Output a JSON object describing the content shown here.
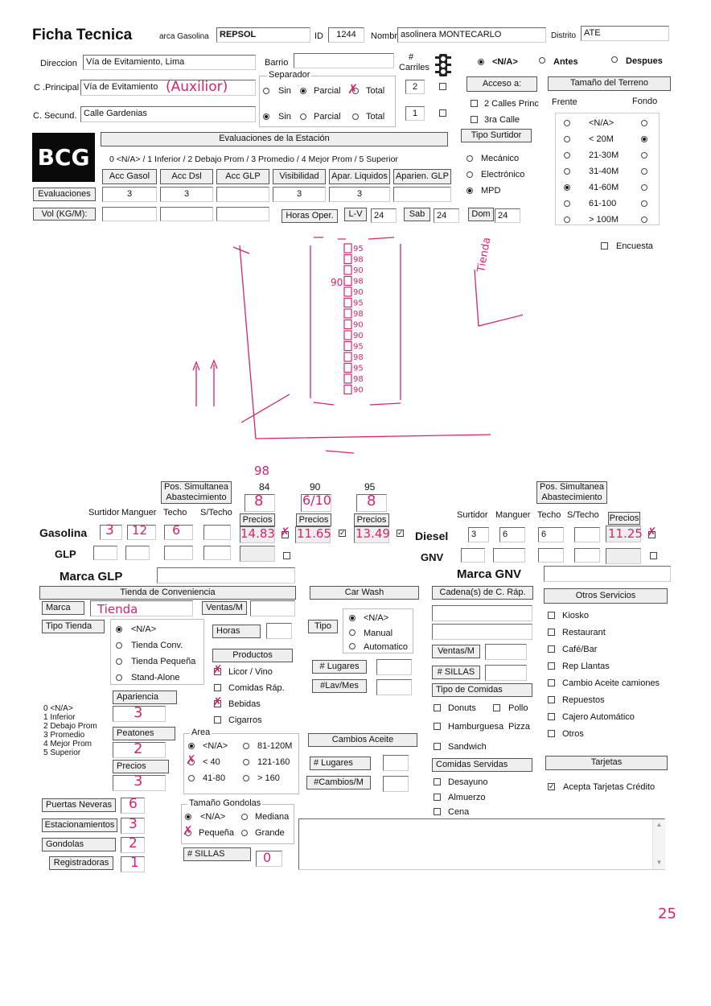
{
  "header": {
    "title": "Ficha Tecnica",
    "marca_label": "arca Gasolina",
    "marca_value": "REPSOL",
    "id_label": "ID",
    "id_value": "1244",
    "nombre_label": "Nombre",
    "nombre_value": "asolinera MONTECARLO",
    "distrito_label": "Distrito",
    "distrito_value": "ATE"
  },
  "address": {
    "direccion_label": "Direccion",
    "direccion_value": "Vía de Evitamiento, Lima",
    "barrio_label": "Barrio",
    "cprincipal_label": "C .Principal",
    "cprincipal_value": "Vía de Evitamiento",
    "cprincipal_hw": "(Auxilior)",
    "csecund_label": "C. Secund.",
    "csecund_value": "Calle Gardenias"
  },
  "separador": {
    "legend": "Separador",
    "sin": "Sin",
    "parcial": "Parcial",
    "total": "Total"
  },
  "carriles": {
    "label_hash": "#",
    "label": "Carriles",
    "value1": "2",
    "value2": "1"
  },
  "status": {
    "na": "<N/A>",
    "antes": "Antes",
    "despues": "Despues"
  },
  "acceso": {
    "title": "Acceso a:",
    "calles2": "2 Calles Princ",
    "calle3": "3ra Calle"
  },
  "tipo_surtidor": {
    "title": "Tipo Surtidor",
    "mecanico": "Mecánico",
    "electronico": "Electrónico",
    "mpd": "MPD"
  },
  "terreno": {
    "title": "Tamaño del Terreno",
    "frente": "Frente",
    "fondo": "Fondo",
    "options": [
      "<N/A>",
      "< 20M",
      "21-30M",
      "31-40M",
      "41-60M",
      "61-100",
      "> 100M"
    ]
  },
  "evaluaciones": {
    "title": "Evaluaciones de la Estación",
    "scale": "0 <N/A> / 1 Inferior / 2 Debajo Prom / 3 Promedio / 4 Mejor Prom / 5 Superior",
    "columns": [
      "Acc Gasol",
      "Acc Dsl",
      "Acc GLP",
      "Visibilidad",
      "Apar. Liquidos",
      "Aparien. GLP"
    ],
    "row_label": "Evaluaciones",
    "values": [
      "3",
      "3",
      "",
      "3",
      "3",
      ""
    ],
    "vol_label": "Vol (KG/M):",
    "horas_label": "Horas Oper.",
    "lv_label": "L-V",
    "lv_value": "24",
    "sab_label": "Sab",
    "sab_value": "24",
    "dom_label": "Dom",
    "dom_value": "24",
    "encuesta": "Encuesta"
  },
  "logo": "BCG",
  "sketch": {
    "pumps": [
      "95",
      "98",
      "90",
      "98",
      "90",
      "95",
      "98",
      "90",
      "90",
      "95",
      "98",
      "95",
      "98",
      "90"
    ],
    "side_label": "90",
    "tienda": "Tienda"
  },
  "gasolina": {
    "label": "Gasolina",
    "pos_simultanea": "Pos. Simultanea Abastecimiento",
    "surtidor_label": "Surtidor",
    "manguer_label": "Manguer",
    "techo_label": "Techo",
    "stecho_label": "S/Techo",
    "surtidor_hw": "3",
    "manguer_hw": "12",
    "techo_hw": "6",
    "pos_hw": "8",
    "octanos": [
      "84",
      "90",
      "95"
    ],
    "octano_extra": "98",
    "pos_90_hw": "6/10",
    "pos_95_hw": "8",
    "precios_label": "Precios",
    "precios": [
      "14.83",
      "11.65",
      "13.49"
    ]
  },
  "diesel": {
    "label": "Diesel",
    "surtidor": "3",
    "manguer": "6",
    "techo": "6",
    "precio_hw": "11.25"
  },
  "glp": {
    "label": "GLP"
  },
  "gnv": {
    "label": "GNV"
  },
  "marca_glp": {
    "label": "Marca GLP"
  },
  "marca_gnv": {
    "label": "Marca GNV"
  },
  "tienda": {
    "title": "Tienda de Conveniencia",
    "marca_label": "Marca",
    "marca_hw": "Tienda",
    "ventas_label": "Ventas/M",
    "tipo_label": "Tipo Tienda",
    "tipo_options": [
      "<N/A>",
      "Tienda Conv.",
      "Tienda Pequeña",
      "Stand-Alone"
    ],
    "horas_label": "Horas",
    "productos_title": "Productos",
    "productos": [
      "Licor / Vino",
      "Comidas Ráp.",
      "Bebidas",
      "Cigarros"
    ],
    "apariencia_label": "Apariencia",
    "apariencia_hw": "3",
    "peatones_label": "Peatones",
    "peatones_hw": "2",
    "precios_label": "Precios",
    "precios_hw": "3",
    "scale": [
      "0 <N/A>",
      "1 Inferior",
      "2 Debajo Prom",
      "3 Promedio",
      "4 Mejor Prom",
      "5 Superior"
    ],
    "area_legend": "Area",
    "area_options": [
      "<N/A>",
      "< 40",
      "41-80",
      "81-120M",
      "121-160",
      "> 160"
    ],
    "puertas_label": "Puertas Neveras",
    "puertas_hw": "6",
    "estac_label": "Estacionamientos",
    "estac_hw": "3",
    "gondolas_label": "Gondolas",
    "gondolas_hw": "2",
    "registradoras_label": "Registradoras",
    "registradoras_hw": "1",
    "gondolas_tam_legend": "Tamaño Gondolas",
    "gondolas_tam": [
      "<N/A>",
      "Mediana",
      "Pequeña",
      "Grande"
    ],
    "sillas_label": "# SILLAS",
    "sillas_hw": "0"
  },
  "carwash": {
    "title": "Car Wash",
    "tipo_label": "Tipo",
    "options": [
      "<N/A>",
      "Manual",
      "Automatico"
    ],
    "lugares_label": "# Lugares",
    "lav_label": "#Lav/Mes"
  },
  "cambios": {
    "title": "Cambios Aceite",
    "lugares_label": "# Lugares",
    "cambios_label": "#Cambios/M"
  },
  "cadena": {
    "title": "Cadena(s) de C. Ráp.",
    "ventas_label": "Ventas/M",
    "sillas_label": "# SILLAS",
    "tipo_title": "Tipo de Comidas",
    "donuts": "Donuts",
    "pollo": "Pollo",
    "hamburguesa": "Hamburguesa",
    "pizza": "Pizza",
    "sandwich": "Sandwich",
    "servidas_title": "Comidas Servidas",
    "desayuno": "Desayuno",
    "almuerzo": "Almuerzo",
    "cena": "Cena"
  },
  "otros": {
    "title": "Otros Servicios",
    "items": [
      "Kiosko",
      "Restaurant",
      "Café/Bar",
      "Rep Llantas",
      "Cambio Aceite camiones",
      "Repuestos",
      "Cajero Automático",
      "Otros"
    ],
    "tarjetas_title": "Tarjetas",
    "acepta": "Acepta Tarjetas Crédito"
  },
  "page_number_hw": "25"
}
